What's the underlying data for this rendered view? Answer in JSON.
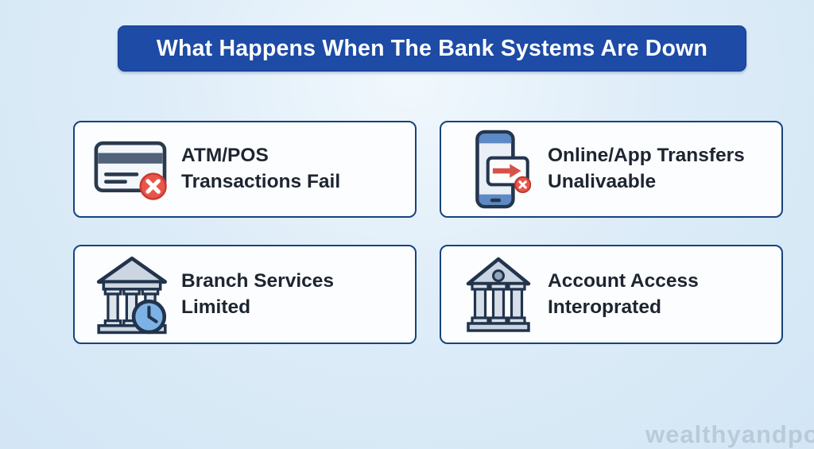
{
  "title": {
    "text": "What Happens When The Bank Systems Are Down",
    "bg_color": "#1d4ba5",
    "text_color": "#ffffff"
  },
  "cards": [
    {
      "icon": "credit-card-declined-icon",
      "label": "ATM/POS\nTransactions Fail"
    },
    {
      "icon": "mobile-transfer-blocked-icon",
      "label": "Online/App Transfers\nUnalivaable"
    },
    {
      "icon": "bank-clock-icon",
      "label": "Branch Services\nLimited"
    },
    {
      "icon": "bank-building-icon",
      "label": "Account Access\nInteroprated"
    }
  ],
  "watermark": {
    "text": "wealthyandpo"
  },
  "colors": {
    "background": "#d8e9f6",
    "card_border": "#17437d",
    "card_bg": "#fcfdff",
    "label_text": "#1d2531",
    "accent_red": "#e8564a",
    "accent_blue": "#7db2e6",
    "icon_outline": "#24364e"
  }
}
